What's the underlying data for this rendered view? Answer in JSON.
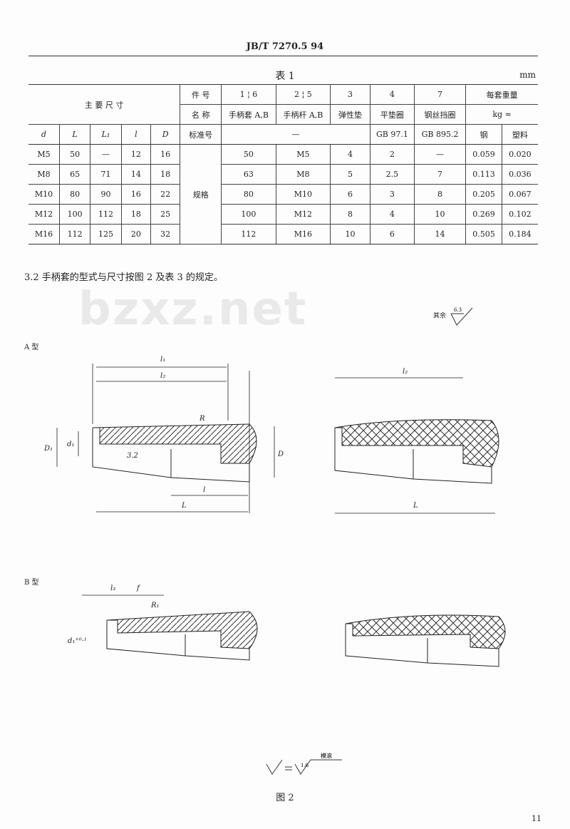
{
  "header": "JB/T 7270.5 94",
  "watermark": "bzxz.net",
  "table": {
    "caption": "表 1",
    "unit": "mm",
    "main_dims": "主 要 尺 寸",
    "part_no_label": "件 号",
    "part_nos": [
      "1",
      "6",
      "2",
      "5",
      "3",
      "4",
      "7"
    ],
    "name_label": "名 称",
    "names": [
      "手柄套 A,B",
      "手柄杆 A,B",
      "弹性垫",
      "平垫圈",
      "钢丝挡圈"
    ],
    "weight_label": "每套重量",
    "weight_unit": "kg ≈",
    "std_label": "标准号",
    "stds": [
      "—",
      "GB 97.1",
      "GB 895.2"
    ],
    "materials": [
      "钢",
      "塑料"
    ],
    "dim_cols": [
      "d",
      "L",
      "L₁",
      "l",
      "D"
    ],
    "spec_label": "规格",
    "rows": [
      [
        "M5",
        "50",
        "—",
        "12",
        "16",
        "50",
        "M5",
        "4",
        "2",
        "—",
        "0.059",
        "0.020"
      ],
      [
        "M8",
        "65",
        "71",
        "14",
        "18",
        "63",
        "M8",
        "5",
        "2.5",
        "7",
        "0.113",
        "0.036"
      ],
      [
        "M10",
        "80",
        "90",
        "16",
        "22",
        "80",
        "M10",
        "6",
        "3",
        "8",
        "0.205",
        "0.067"
      ],
      [
        "M12",
        "100",
        "112",
        "18",
        "25",
        "100",
        "M12",
        "8",
        "4",
        "10",
        "0.269",
        "0.102"
      ],
      [
        "M16",
        "112",
        "125",
        "20",
        "32",
        "112",
        "M16",
        "10",
        "6",
        "14",
        "0.505",
        "0.184"
      ]
    ]
  },
  "clause": "3.2  手柄套的型式与尺寸按图 2 及表 3 的规定。",
  "figure": {
    "rest_label": "其余",
    "rest_value": "6.3",
    "type_a": "A 型",
    "type_b": "B 型",
    "dims": {
      "l1": "l₁",
      "l2": "l₂",
      "L": "L",
      "l": "l",
      "D": "D",
      "D1": "D₁",
      "d1": "d₁",
      "R": "R",
      "v32": "3.2",
      "l3": "l₃",
      "f": "f",
      "R1": "R₁",
      "dtol": "d₁⁺⁰·¹"
    },
    "eq_note": "模滚",
    "eq_value": "1.6",
    "caption": "图 2"
  },
  "page_number": "11"
}
